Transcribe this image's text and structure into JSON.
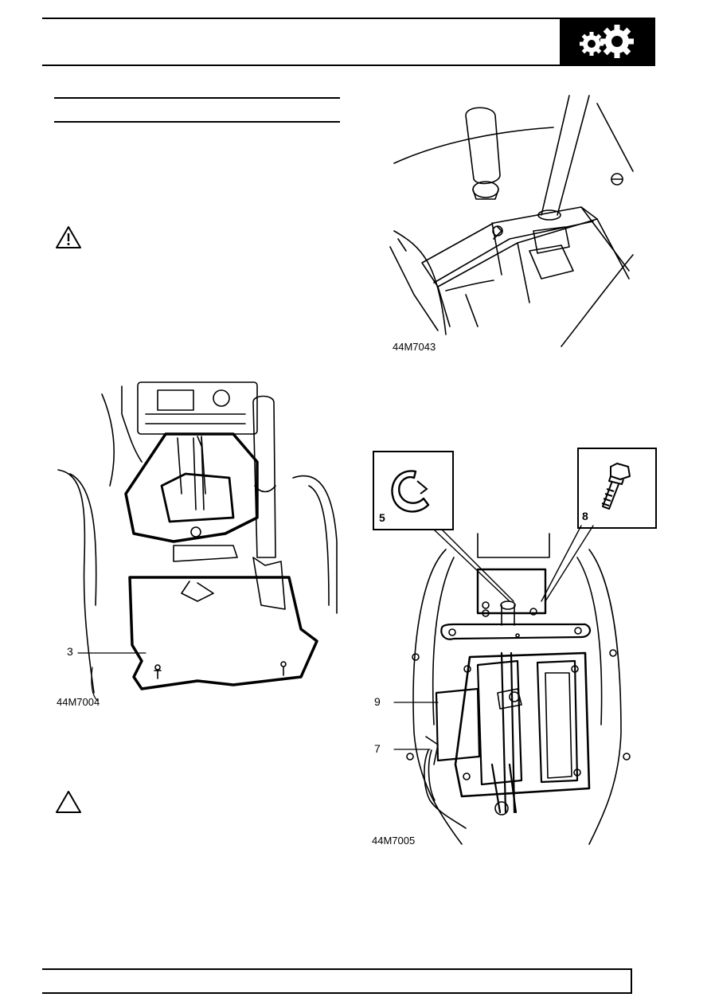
{
  "header": {
    "icon": "gearbox-gears-icon"
  },
  "figures": [
    {
      "id": "44M7043"
    },
    {
      "id": "44M7004",
      "callouts": [
        "3"
      ]
    },
    {
      "id": "44M7005",
      "callouts": [
        "5",
        "8",
        "9",
        "7"
      ]
    }
  ],
  "icons": {
    "warning": "warning-triangle-icon",
    "caution": "caution-triangle-icon"
  }
}
